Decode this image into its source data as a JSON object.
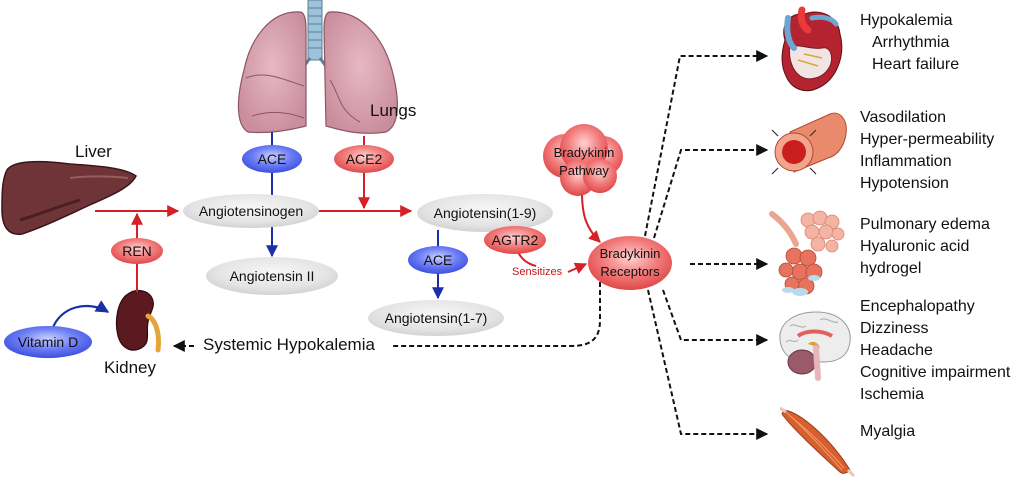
{
  "colors": {
    "red_arrow": "#d42026",
    "blue_arrow": "#1c2ea8",
    "red_node": "#f06b6b",
    "blue_node": "#5b6cf0",
    "grey_node": "#e2e2e2",
    "sensitizes_text": "#c21a1a"
  },
  "organs": {
    "liver": "Liver",
    "lungs": "Lungs",
    "kidney": "Kidney"
  },
  "nodes": {
    "ace_lung": "ACE",
    "ace2": "ACE2",
    "ren": "REN",
    "vitamin_d": "Vitamin D",
    "angiotensinogen": "Angiotensinogen",
    "angiotensin_ii": "Angiotensin II",
    "angiotensin_1_9": "Angiotensin(1-9)",
    "ace_lower": "ACE",
    "angiotensin_1_7": "Angiotensin(1-7)",
    "agtr2": "AGTR2",
    "bradykinin_pathway_line1": "Bradykinin",
    "bradykinin_pathway_line2": "Pathway",
    "bradykinin_receptors_line1": "Bradykinin",
    "bradykinin_receptors_line2": "Receptors"
  },
  "annotations": {
    "sensitizes": "Sensitizes",
    "systemic_hypokalemia": "Systemic Hypokalemia"
  },
  "effects": {
    "heart": {
      "icon": "heart-icon",
      "heading": "Hypokalemia",
      "items": [
        "Arrhythmia",
        "Heart failure"
      ]
    },
    "vessel": {
      "icon": "blood-vessel-icon",
      "items": [
        "Vasodilation",
        "Hyper-permeability",
        "Inflammation",
        "Hypotension"
      ]
    },
    "alveoli": {
      "icon": "alveoli-icon",
      "items": [
        "Pulmonary edema",
        "Hyaluronic acid",
        "hydrogel"
      ]
    },
    "brain": {
      "icon": "brain-icon",
      "items": [
        "Encephalopathy",
        "Dizziness",
        "Headache",
        "Cognitive impairment",
        "Ischemia"
      ]
    },
    "muscle": {
      "icon": "muscle-icon",
      "items": [
        "Myalgia"
      ]
    }
  }
}
